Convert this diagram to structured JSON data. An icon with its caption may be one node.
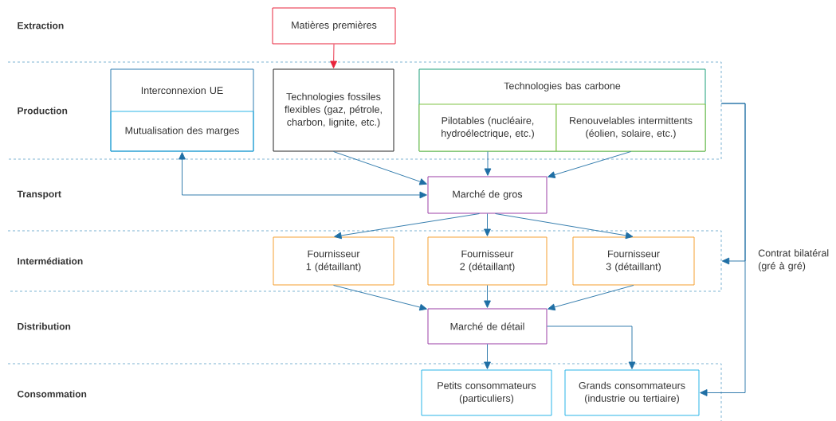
{
  "diagram": {
    "nodes": [
      {
        "text": [
          "Matières premières"
        ]
      },
      {
        "text": [
          "Production"
        ]
      },
      {
        "text": [
          "Interconnexion UE",
          "Mutualisation des marges"
        ],
        "in": 1
      },
      {
        "text": [
          "Technologies fossiles flexibles (gaz, pétrole, charbon, lignite, etc.)"
        ],
        "in": 1
      },
      {
        "text": [
          "Technologies bas carbone"
        ],
        "in": 1
      },
      {
        "text": [
          "Pilotables (nucléaire, hydroélectrique, etc.)"
        ],
        "in": 4
      },
      {
        "text": [
          "Renouvelables intermittents (éolien, solaire, etc.)"
        ],
        "in": 4
      },
      {
        "text": [
          "Marché de gros"
        ]
      },
      {
        "text": [
          "Intermédiation"
        ]
      },
      {
        "text": [
          "Fournisseur 1 (détaillant)"
        ],
        "in": 8
      },
      {
        "text": [
          "Fournisseur 2 (détaillant)"
        ],
        "in": 8
      },
      {
        "text": [
          "Fournisseur 3 (détaillant)"
        ],
        "in": 8
      },
      {
        "text": [
          "Marché de détail"
        ]
      },
      {
        "text": [
          "Consommation"
        ]
      },
      {
        "text": [
          "Petits consommateurs (particuliers)"
        ],
        "in": 13
      },
      {
        "text": [
          "Grands consommateurs (industrie ou tertiaire)"
        ],
        "in": 13
      }
    ],
    "edges": [
      {
        "from": 0,
        "to": 3,
        "arrow": "to",
        "color": "#e8243c"
      },
      {
        "from": 3,
        "to": 7,
        "arrow": "to"
      },
      {
        "from": 2,
        "to": 7,
        "arrow": "both"
      },
      {
        "from": 5,
        "to": 7,
        "arrow": "to"
      },
      {
        "from": 6,
        "to": 7,
        "arrow": "to"
      },
      {
        "from": 7,
        "to": 9,
        "arrow": "to"
      },
      {
        "from": 7,
        "to": 10,
        "arrow": "to"
      },
      {
        "from": 7,
        "to": 11,
        "arrow": "to"
      },
      {
        "from": 9,
        "to": 12,
        "arrow": "to"
      },
      {
        "from": 10,
        "to": 12,
        "arrow": "to"
      },
      {
        "from": 11,
        "to": 12,
        "arrow": "to"
      },
      {
        "from": 1,
        "to": 8,
        "arrow": "to",
        "label": "Contrat bilatéral (gré à gré)"
      },
      {
        "from": 1,
        "to": 15,
        "arrow": "to"
      },
      {
        "from": 12,
        "to": 14,
        "arrow": "to"
      },
      {
        "from": 12,
        "to": 15,
        "arrow": "to"
      }
    ],
    "labels": [
      "Extraction",
      "Transport",
      "Distribution"
    ]
  }
}
